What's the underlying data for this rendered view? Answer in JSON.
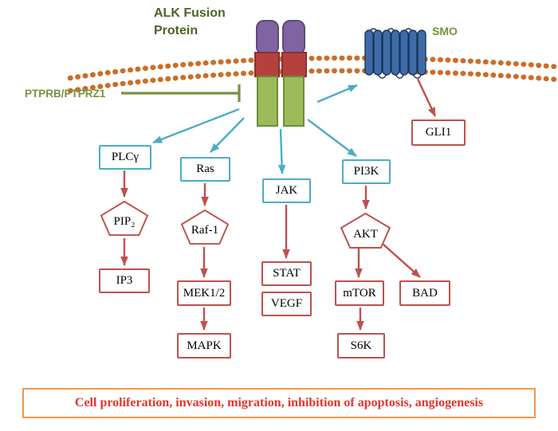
{
  "labels": {
    "alk_title": "ALK Fusion\nProtein",
    "smo": "SMO",
    "ptprb": "PTPRB/PTPRZ1"
  },
  "nodes": {
    "plcg": "PLCγ",
    "pip2": "PIP₂",
    "ip3": "IP3",
    "ras": "Ras",
    "raf1": "Raf-1",
    "mek12": "MEK1/2",
    "mapk": "MAPK",
    "jak": "JAK",
    "stat": "STAT",
    "vegf": "VEGF",
    "pi3k": "PI3K",
    "akt": "AKT",
    "mtor": "mTOR",
    "bad": "BAD",
    "s6k": "S6K",
    "gli1": "GLI1"
  },
  "banner": "Cell proliferation, invasion, migration, inhibition of apoptosis, angiogenesis",
  "colors": {
    "membrane_orange": "#cb6d28",
    "activation_arrow_blue": "#4bacc6",
    "downstream_arrow_red": "#c0504d",
    "inhibition_green": "#77933c",
    "title_olive": "#4f6228",
    "receptor_purple": "#8064a2",
    "receptor_red": "#b4413e",
    "receptor_green": "#9bbb59",
    "smo_blue": "#3f6ca6",
    "banner_border_orange": "#f79646",
    "banner_text_red": "#e2362b"
  }
}
